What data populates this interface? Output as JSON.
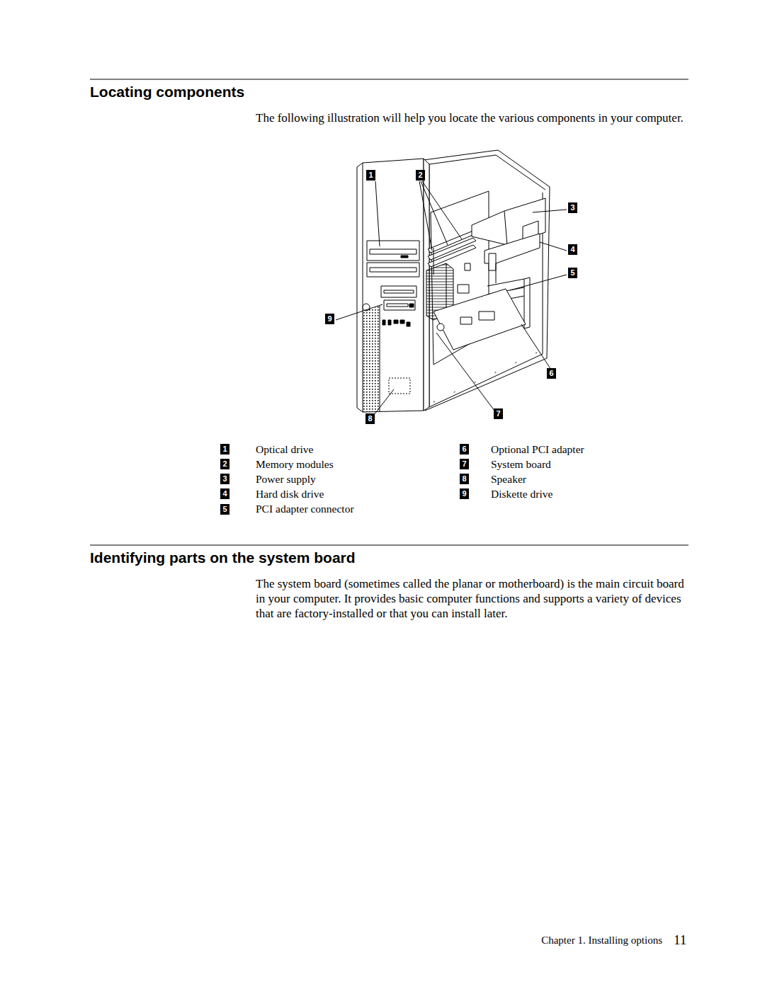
{
  "diagram": {
    "title": "Locating components",
    "labels": [
      "The following illustration will help you locate the various components in your computer.",
      "1",
      "2",
      "3",
      "4",
      "5",
      "9",
      "6",
      "7",
      "8",
      "1",
      "Optical drive",
      "6",
      "Optional PCI adapter",
      "2",
      "Memory modules",
      "7",
      "System board",
      "3",
      "Power supply",
      "8",
      "Speaker",
      "4",
      "Hard disk drive",
      "9",
      "Diskette drive",
      "5",
      "PCI adapter connector",
      "Identifying parts on the system board",
      "The system board (sometimes called the planar or motherboard) is the main circuit board in your computer. It provides basic computer functions and supports a variety of devices that are factory-installed or that you can install later.",
      "Chapter 1. Installing options",
      "11"
    ]
  }
}
